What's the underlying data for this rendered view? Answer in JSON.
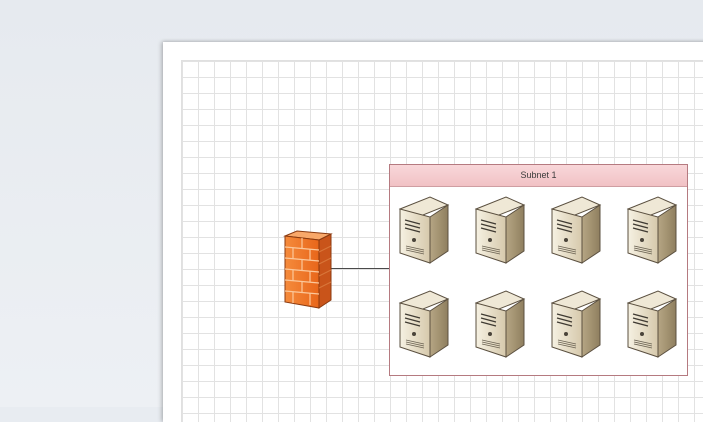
{
  "diagram": {
    "subnet": {
      "title": "Subnet 1"
    },
    "servers": [
      "server",
      "server",
      "server",
      "server",
      "server",
      "server",
      "server",
      "server"
    ],
    "icons": {
      "firewall": "firewall-icon",
      "server": "server-icon"
    },
    "colors": {
      "subnet_header": "#f1c2c5",
      "subnet_border": "#b57a80",
      "firewall": "#f07a2a",
      "server_body": "#ded3bc",
      "connector": "#4a4a4a",
      "grid": "#e2e2e2"
    }
  }
}
